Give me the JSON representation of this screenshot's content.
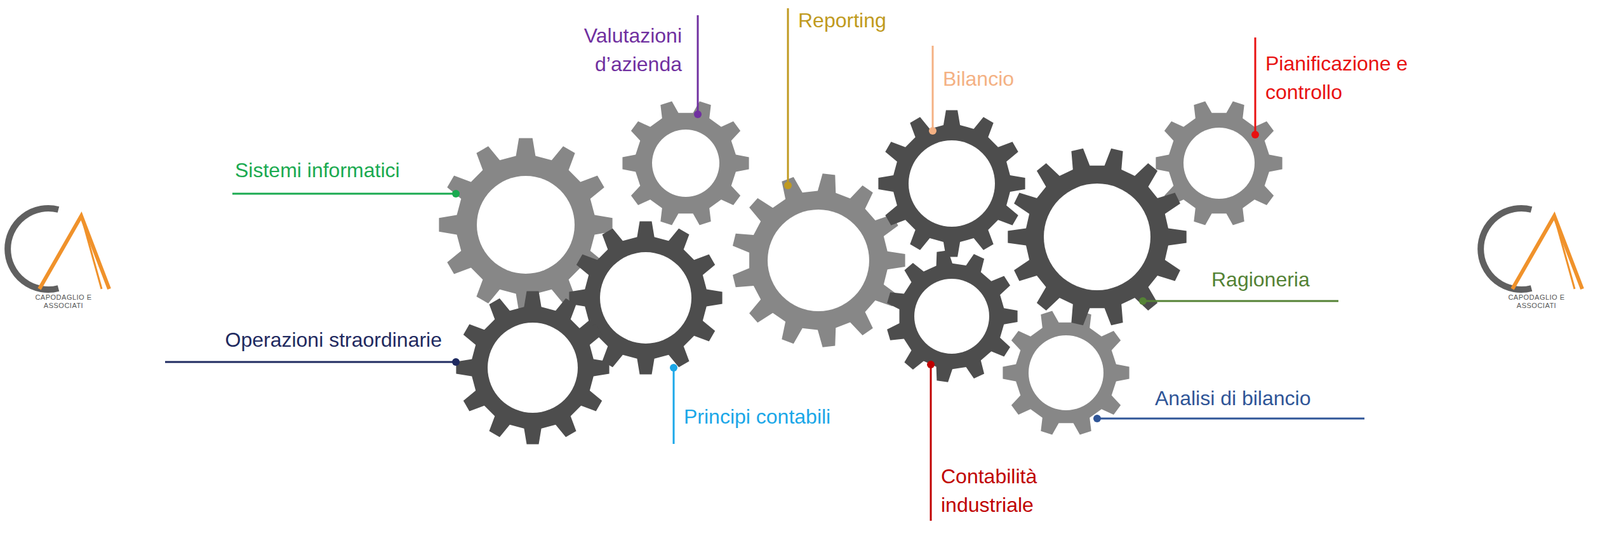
{
  "diagram": {
    "labels": [
      "Valutazioni d’azienda",
      "Reporting",
      "Bilancio",
      "Pianificazione e controllo",
      "Sistemi informatici",
      "Ragioneria",
      "Operazioni straordinarie",
      "Analisi di bilancio",
      "Principi contabili",
      "Contabilità industriale",
      "CAPODAGLIO E ASSOCIATI",
      "CAPODAGLIO E ASSOCIATI"
    ]
  }
}
